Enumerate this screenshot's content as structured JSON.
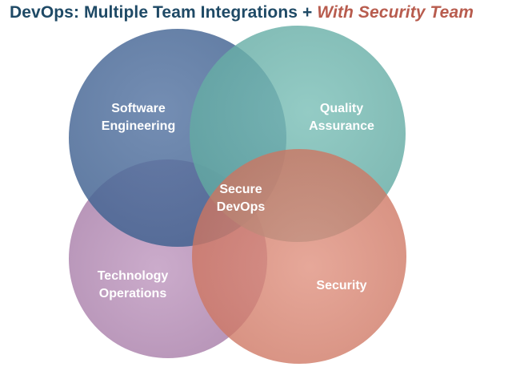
{
  "title": {
    "main": "DevOps: Multiple Team Integrations + ",
    "accent": "With Security Team"
  },
  "colors": {
    "title": "#1f4a66",
    "accent": "#b85c4e",
    "software_engineering": "#4a6a98",
    "quality_assurance": "#6fb4ad",
    "technology_operations": "#b890b8",
    "security": "#d8806a"
  },
  "circles": {
    "software_engineering": {
      "line1": "Software",
      "line2": "Engineering"
    },
    "quality_assurance": {
      "line1": "Quality",
      "line2": "Assurance"
    },
    "technology_operations": {
      "line1": "Technology",
      "line2": "Operations"
    },
    "security": {
      "line1": "Security"
    }
  },
  "center": {
    "line1": "Secure",
    "line2": "DevOps"
  }
}
